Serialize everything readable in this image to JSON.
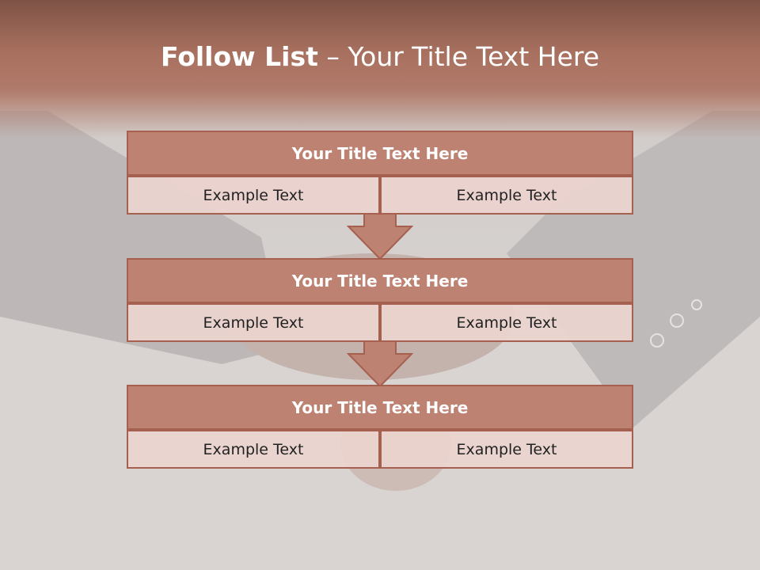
{
  "slide": {
    "title_bold": "Follow List",
    "title_rest": " – Your Title Text Here"
  },
  "blocks": [
    {
      "title": "Your Title Text Here",
      "left": "Example Text",
      "right": "Example Text"
    },
    {
      "title": "Your Title Text Here",
      "left": "Example Text",
      "right": "Example Text"
    },
    {
      "title": "Your Title Text Here",
      "left": "Example Text",
      "right": "Example Text"
    }
  ],
  "colors": {
    "title_band": "#a8705f",
    "box_fill": "#bd8272",
    "box_border": "#a5604f",
    "cell_fill": "#ebd4ce"
  },
  "icons": [
    "down-arrow-icon",
    "down-arrow-icon"
  ]
}
